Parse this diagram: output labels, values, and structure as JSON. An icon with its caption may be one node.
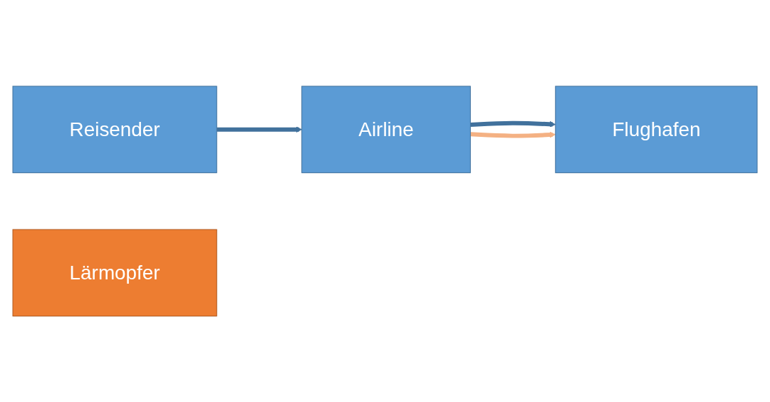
{
  "diagram": {
    "nodes": [
      {
        "text": [
          "Reisender"
        ]
      },
      {
        "text": [
          "Airline"
        ]
      },
      {
        "text": [
          "Flughafen"
        ]
      },
      {
        "text": [
          "Lärmopfer"
        ]
      }
    ],
    "edges": [
      {
        "from": 0,
        "to": 1,
        "arrow": "to"
      },
      {
        "from": 1,
        "to": 2,
        "arrow": "to"
      },
      {
        "from": 1,
        "to": 2,
        "arrow": "to",
        "color": "#f4b183"
      }
    ]
  }
}
